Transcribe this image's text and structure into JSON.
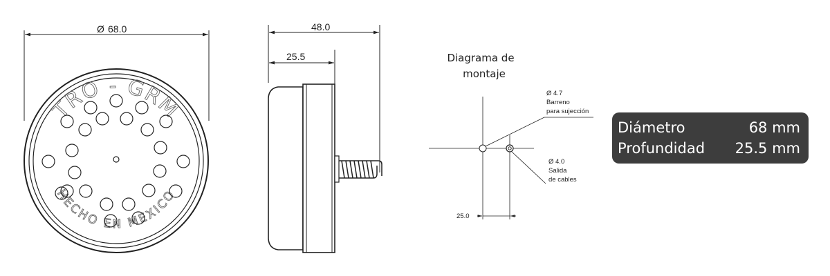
{
  "front_view": {
    "diameter_label": "68.0",
    "diameter_symbol": "Ø",
    "emboss_top": "TRO - GRM",
    "emboss_bottom": "HECHO EN MEXICO"
  },
  "side_view": {
    "depth_label": "48.0",
    "body_label": "25.5"
  },
  "mounting": {
    "title_line1": "Diagrama de",
    "title_line2": "montaje",
    "hole1": {
      "line1": "Ø 4.7",
      "line2": "Barreno",
      "line3": "para sujección"
    },
    "hole2": {
      "line1": "Ø 4.0",
      "line2": "Salida",
      "line3": "de cables"
    },
    "spacing_label": "25.0"
  },
  "specs": [
    {
      "label": "Diámetro",
      "value": "68 mm"
    },
    {
      "label": "Profundidad",
      "value": "25.5 mm"
    }
  ],
  "colors": {
    "line": "#222222",
    "spec_bg": "#3d3d3d",
    "spec_text": "#ffffff"
  }
}
